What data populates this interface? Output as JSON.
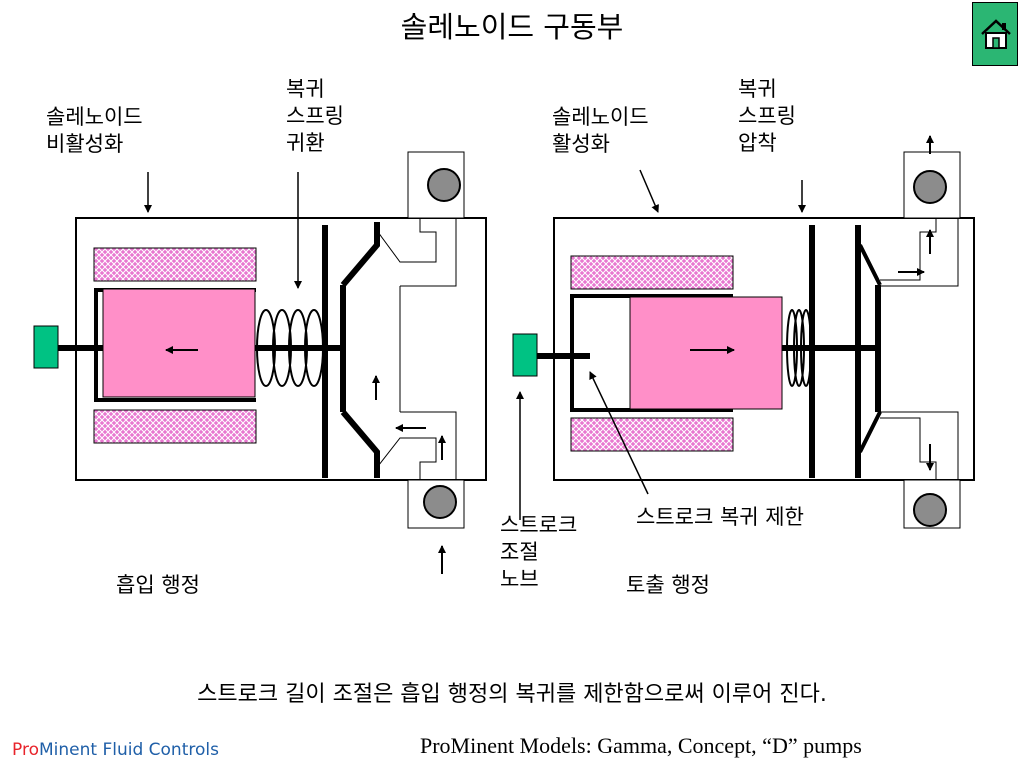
{
  "title": "솔레노이드 구동부",
  "home_button": {
    "icon": "home-icon"
  },
  "left": {
    "solenoid_label": [
      "솔레노이드",
      "비활성화"
    ],
    "spring_label": [
      "복귀",
      "스프링",
      "귀환"
    ],
    "stroke_label": "흡입 행정"
  },
  "right": {
    "solenoid_label": [
      "솔레노이드",
      "활성화"
    ],
    "spring_label": [
      "복귀",
      "스프링",
      "압착"
    ],
    "stroke_label": "토출 행정"
  },
  "knob_label": [
    "스트로크",
    "조절",
    "노브"
  ],
  "limit_label": "스트로크 복귀 제한",
  "caption": "스트로크 길이 조절은 흡입 행정의 복귀를 제한함으로써 이루어 진다.",
  "footer": {
    "brand_pro": "Pro",
    "brand_rest": "Minent Fluid Controls",
    "models": "ProMinent Models: Gamma, Concept, “D” pumps"
  },
  "colors": {
    "pink": "#ff8fc8",
    "coil": "#e877d0",
    "knob": "#00c283",
    "ball": "#8c8c8c",
    "brand_red": "#e8232a",
    "brand_blue": "#1f5fa8"
  }
}
